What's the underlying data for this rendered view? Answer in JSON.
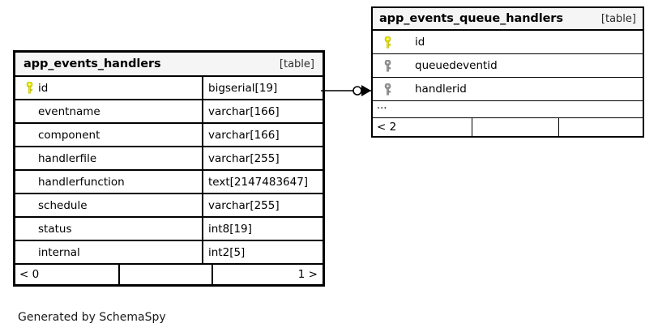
{
  "diagram": {
    "type": "er-diagram",
    "background": "#ffffff",
    "credit": "Generated by SchemaSpy",
    "pk_key_color": "#e8e800",
    "fk_key_color": "#9a9a9a",
    "header_background": "#f5f5f5",
    "border_color": "#000000"
  },
  "tables": [
    {
      "id": "app_events_handlers",
      "name": "app_events_handlers",
      "tag": "[table]",
      "emphasis": "primary",
      "columns": [
        {
          "key": "pk",
          "key_icon": "key-icon-primary",
          "name": "id",
          "type": "bigserial[19]"
        },
        {
          "key": "",
          "key_icon": "",
          "name": "eventname",
          "type": "varchar[166]"
        },
        {
          "key": "",
          "key_icon": "",
          "name": "component",
          "type": "varchar[166]"
        },
        {
          "key": "",
          "key_icon": "",
          "name": "handlerfile",
          "type": "varchar[255]"
        },
        {
          "key": "",
          "key_icon": "",
          "name": "handlerfunction",
          "type": "text[2147483647]"
        },
        {
          "key": "",
          "key_icon": "",
          "name": "schedule",
          "type": "varchar[255]"
        },
        {
          "key": "",
          "key_icon": "",
          "name": "status",
          "type": "int8[19]"
        },
        {
          "key": "",
          "key_icon": "",
          "name": "internal",
          "type": "int2[5]"
        }
      ],
      "footer": {
        "left": "< 0",
        "middle": "",
        "right": "1 >"
      }
    },
    {
      "id": "app_events_queue_handlers",
      "name": "app_events_queue_handlers",
      "tag": "[table]",
      "emphasis": "related",
      "columns": [
        {
          "key": "pk",
          "key_icon": "key-icon-primary",
          "name": "id"
        },
        {
          "key": "fk",
          "key_icon": "key-icon-foreign",
          "name": "queuedeventid"
        },
        {
          "key": "fk",
          "key_icon": "key-icon-foreign",
          "name": "handlerid"
        }
      ],
      "more_indicator": "...",
      "footer": {
        "left": "< 2",
        "middle": "",
        "right": ""
      }
    }
  ],
  "relationship": {
    "name": "app_events_handlers-to-app_events_queue_handlers",
    "from_table": "app_events_handlers",
    "from_column": "id",
    "to_table": "app_events_queue_handlers",
    "to_column": "handlerid",
    "from_cardinality": "zero-or-one",
    "to_cardinality": "many",
    "notation": "crows-foot"
  }
}
